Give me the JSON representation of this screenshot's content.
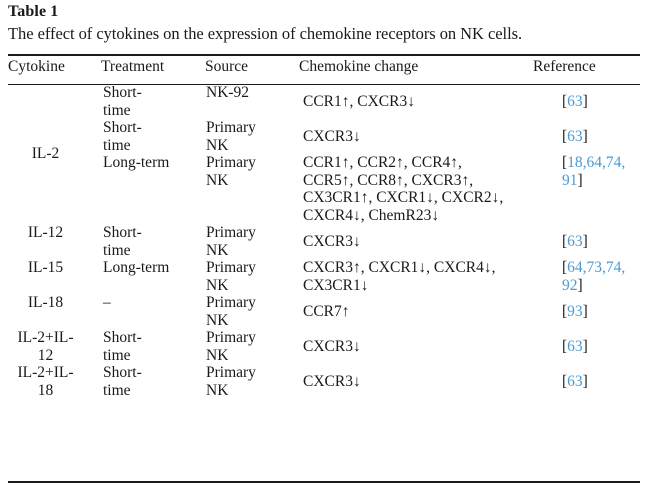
{
  "table": {
    "number_label": "Table 1",
    "caption": "The effect of cytokines on the expression of chemokine receptors on NK cells.",
    "columns": [
      "Cytokine",
      "Treatment",
      "Source",
      "Chemokine change",
      "Reference"
    ],
    "rows": [
      {
        "cytokine": "IL-2",
        "cytokine_rowspan": 3,
        "treatment": "Short-\ntime",
        "source": "NK-92",
        "chemokine_change": "CCR1↑, CXCR3↓",
        "reference_numbers": "63",
        "reference_text": "[63]"
      },
      {
        "cytokine": "",
        "treatment": "Short-\ntime",
        "source": "Primary\nNK",
        "chemokine_change": "CXCR3↓",
        "reference_numbers": "63",
        "reference_text": "[63]"
      },
      {
        "cytokine": "",
        "treatment": "Long-term",
        "source": "Primary\nNK",
        "chemokine_change": "CCR1↑, CCR2↑, CCR4↑,\nCCR5↑, CCR8↑, CXCR3↑,\nCX3CR1↑, CXCR1↓, CXCR2↓,\nCXCR4↓, ChemR23↓",
        "reference_numbers": "18,64,74,\n91",
        "reference_text": "[18,64,74,\n91]"
      },
      {
        "cytokine": "IL-12",
        "treatment": "Short-\ntime",
        "source": "Primary\nNK",
        "chemokine_change": "CXCR3↓",
        "reference_numbers": "63",
        "reference_text": "[63]"
      },
      {
        "cytokine": "IL-15",
        "treatment": "Long-term",
        "source": "Primary\nNK",
        "chemokine_change": "CXCR3↑, CXCR1↓, CXCR4↓,\nCX3CR1↓",
        "reference_numbers": "64,73,74,\n92",
        "reference_text": "[64,73,74,\n92]"
      },
      {
        "cytokine": "IL-18",
        "treatment": "–",
        "source": "Primary\nNK",
        "chemokine_change": "CCR7↑",
        "reference_numbers": "93",
        "reference_text": "[93]"
      },
      {
        "cytokine": "IL-2+IL-\n12",
        "treatment": "Short-\ntime",
        "source": "Primary\nNK",
        "chemokine_change": "CXCR3↓",
        "reference_numbers": "63",
        "reference_text": "[63]"
      },
      {
        "cytokine": "IL-2+IL-\n18",
        "treatment": "Short-\ntime",
        "source": "Primary\nNK",
        "chemokine_change": "CXCR3↓",
        "reference_numbers": "63",
        "reference_text": "[63]"
      }
    ],
    "link_color": "#4a9ad4",
    "text_color": "#1a1a1a"
  }
}
